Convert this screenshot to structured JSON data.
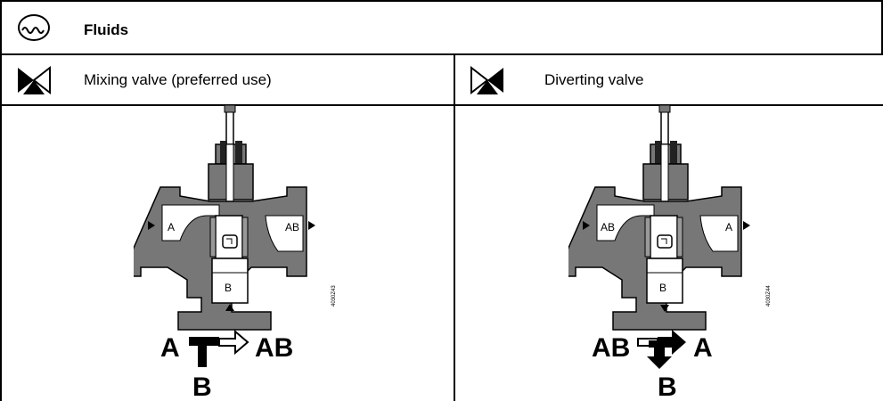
{
  "header": {
    "title": "Fluids",
    "icon": "fluid-waves-icon"
  },
  "columns": [
    {
      "heading": "Mixing valve (preferred use)",
      "icon": "mixing-valve-symbol-icon",
      "ports": {
        "left": "A",
        "right": "AB",
        "bottom": "B"
      },
      "drawing_code": "4030Z43",
      "flow": {
        "from_left": "A",
        "to_right": "AB",
        "bottom": "B"
      }
    },
    {
      "heading": "Diverting valve",
      "icon": "diverting-valve-symbol-icon",
      "ports": {
        "left": "AB",
        "right": "A",
        "bottom": "B"
      },
      "drawing_code": "4030Z44",
      "flow": {
        "from_left": "AB",
        "to_right": "A",
        "bottom": "B"
      }
    }
  ]
}
